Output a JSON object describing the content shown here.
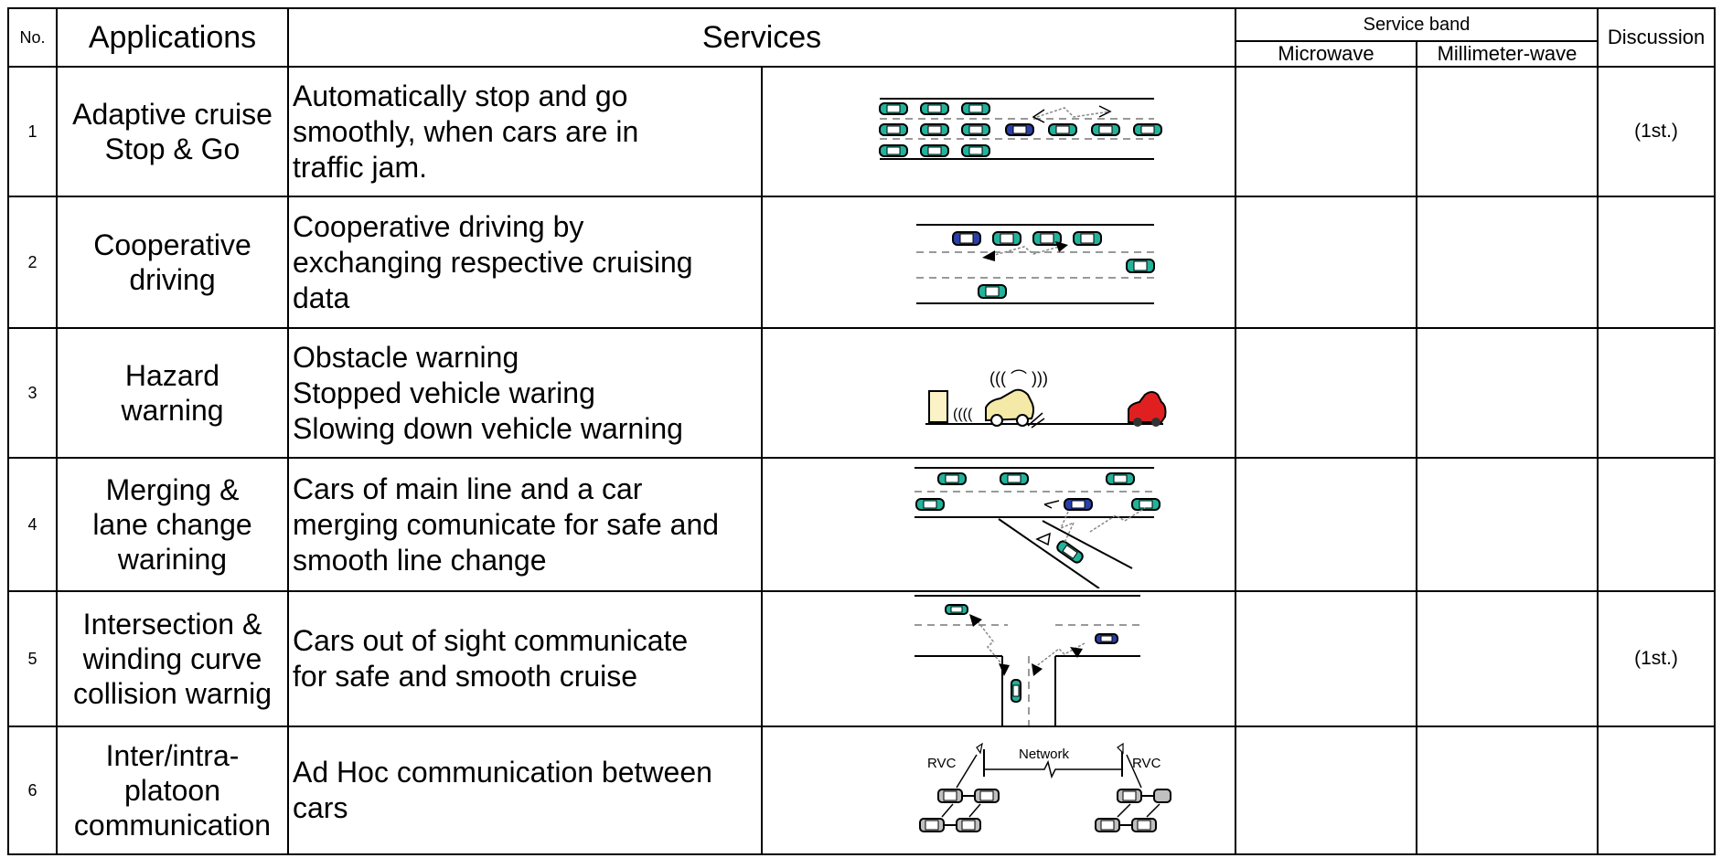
{
  "header": {
    "no": "No.",
    "applications": "Applications",
    "services": "Services",
    "service_band": "Service band",
    "microwave": "Microwave",
    "millimeter_wave": "Millimeter-wave",
    "discussion": "Discussion"
  },
  "rows": [
    {
      "no": "1",
      "application": "Adaptive cruise\nStop & Go",
      "service": "Automatically stop and go\nsmoothly, when cars are in\ntraffic jam.",
      "discussion": "(1st.)"
    },
    {
      "no": "2",
      "application": "Cooperative\ndriving",
      "service": "Cooperative driving by\nexchanging respective cruising\ndata",
      "discussion": ""
    },
    {
      "no": "3",
      "application": "Hazard\nwarning",
      "service": "Obstacle warning\nStopped vehicle waring\nSlowing down vehicle warning",
      "discussion": ""
    },
    {
      "no": "4",
      "application": "Merging &\nlane change\nwarining",
      "service": "Cars of main line and a car\nmerging comunicate for safe and\nsmooth line change",
      "discussion": ""
    },
    {
      "no": "5",
      "application": "Intersection &\nwinding curve\ncollision warnig",
      "service": "Cars out of sight communicate\nfor safe and smooth cruise",
      "discussion": "(1st.)"
    },
    {
      "no": "6",
      "application": "Inter/intra-\nplatoon\ncommunication",
      "service": "Ad Hoc communication between\ncars",
      "discussion": ""
    }
  ],
  "diagram_labels": {
    "network": "Network",
    "rvc_left": "RVC",
    "rvc_right": "RVC"
  },
  "colors": {
    "car_green": "#22b39b",
    "car_blue": "#2a3fa8",
    "car_yellow": "#f5e9a8",
    "car_red": "#e02020",
    "car_gray": "#bfbfbf",
    "obstacle": "#fbf3c6"
  }
}
